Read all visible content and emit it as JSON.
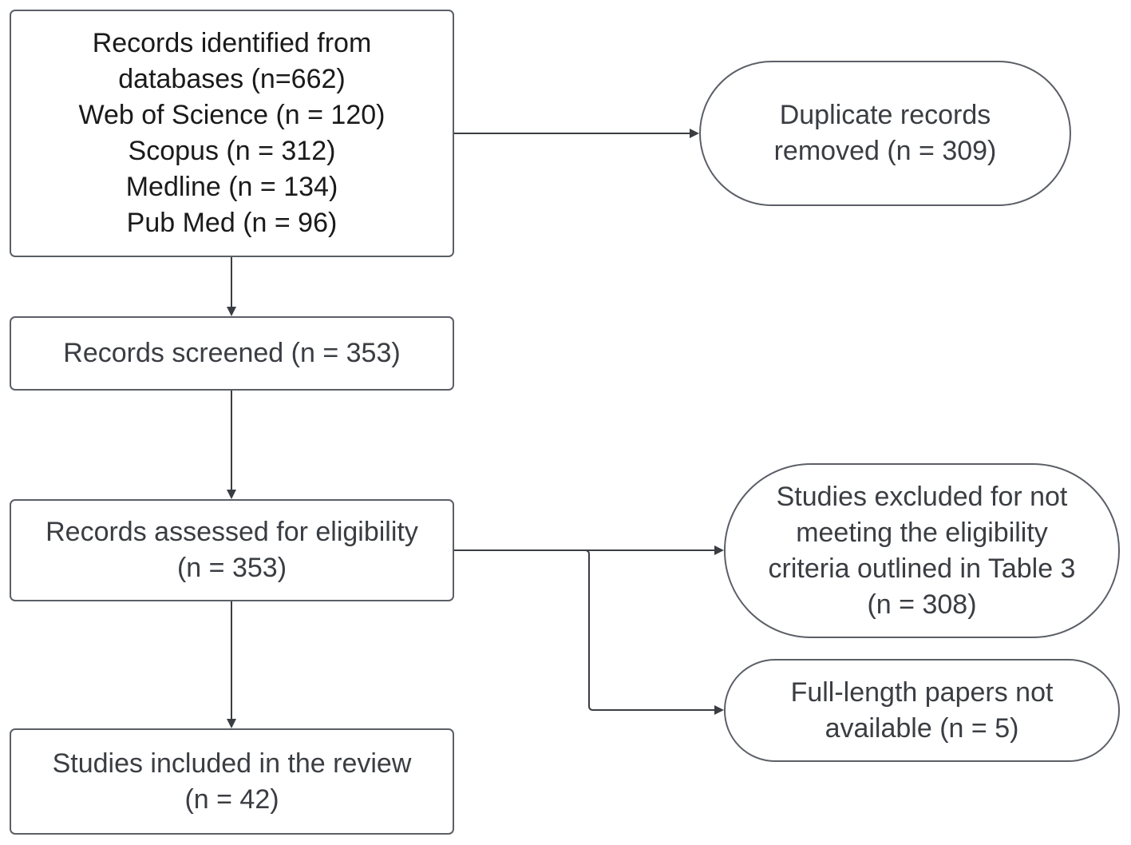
{
  "diagram": {
    "identified": {
      "lines": [
        "Records identified from",
        "databases (n=662)",
        "Web of Science (n = 120)",
        "Scopus (n = 312)",
        "Medline (n = 134)",
        "Pub Med (n = 96)"
      ]
    },
    "duplicates": {
      "lines": [
        "Duplicate records",
        "removed (n = 309)"
      ]
    },
    "screened": {
      "lines": [
        "Records screened (n = 353)"
      ]
    },
    "assessed": {
      "lines": [
        "Records assessed for eligibility",
        "(n = 353)"
      ]
    },
    "excluded": {
      "lines": [
        "Studies excluded for not",
        "meeting the eligibility",
        "criteria outlined in Table 3",
        "(n = 308)"
      ]
    },
    "fulltext": {
      "lines": [
        "Full-length papers not",
        "available (n = 5)"
      ]
    },
    "included": {
      "lines": [
        "Studies included in the review",
        "(n = 42)"
      ]
    }
  },
  "colors": {
    "stroke": "#5b5f66",
    "arrow": "#3a3d42",
    "text": "#2b2b2b"
  }
}
